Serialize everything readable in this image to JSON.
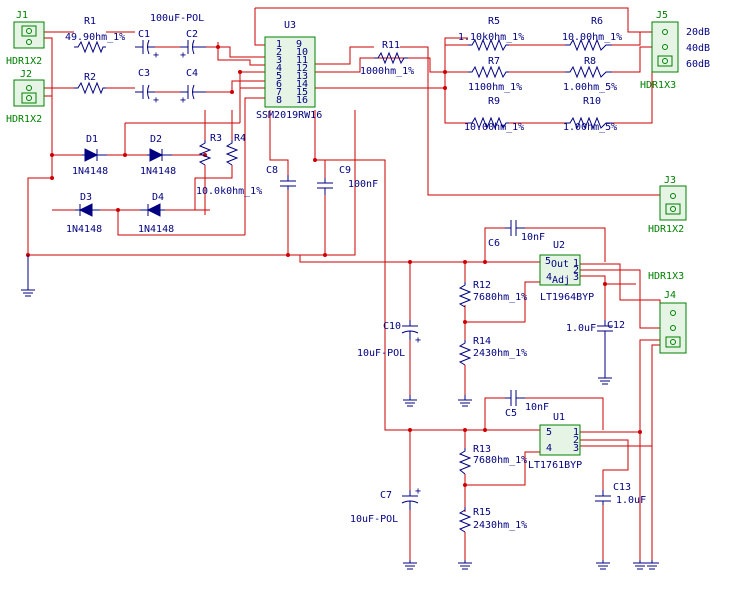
{
  "schematic": {
    "connectors": {
      "j1": {
        "ref": "J1",
        "type": "HDR1X2"
      },
      "j2": {
        "ref": "J2",
        "type": "HDR1X2"
      },
      "j3": {
        "ref": "J3",
        "type": "HDR1X2"
      },
      "j4": {
        "ref": "J4",
        "type": "HDR1X3"
      },
      "j5": {
        "ref": "J5",
        "type": "HDR1X3",
        "pin_labels": [
          "20dB",
          "40dB",
          "60dB"
        ]
      }
    },
    "resistors": {
      "r1": {
        "ref": "R1",
        "value": "49.90hm_1%"
      },
      "r2": {
        "ref": "R2",
        "value": ""
      },
      "r3": {
        "ref": "R3",
        "value": "10.0k0hm_1%"
      },
      "r4": {
        "ref": "R4",
        "value": ""
      },
      "r5": {
        "ref": "R5",
        "value": "1.10k0hm_1%"
      },
      "r6": {
        "ref": "R6",
        "value": "10.00hm_1%"
      },
      "r7": {
        "ref": "R7",
        "value": "1100hm_1%"
      },
      "r8": {
        "ref": "R8",
        "value": "1.00hm_5%"
      },
      "r9": {
        "ref": "R9",
        "value": "10.00hm_1%"
      },
      "r10": {
        "ref": "R10",
        "value": "1.00hm_5%"
      },
      "r11": {
        "ref": "R11",
        "value": "1000hm_1%"
      },
      "r12": {
        "ref": "R12",
        "value": "7680hm_1%"
      },
      "r13": {
        "ref": "R13",
        "value": "7680hm_1%"
      },
      "r14": {
        "ref": "R14",
        "value": "2430hm_1%"
      },
      "r15": {
        "ref": "R15",
        "value": "2430hm_1%"
      }
    },
    "capacitors": {
      "c1": {
        "ref": "C1",
        "value": ""
      },
      "c2": {
        "ref": "C2",
        "value": "100uF-POL"
      },
      "c3": {
        "ref": "C3",
        "value": ""
      },
      "c4": {
        "ref": "C4",
        "value": ""
      },
      "c5": {
        "ref": "C5",
        "value": "10nF"
      },
      "c6": {
        "ref": "C6",
        "value": "10nF"
      },
      "c7": {
        "ref": "C7",
        "value": "10uF-POL"
      },
      "c8": {
        "ref": "C8",
        "value": ""
      },
      "c9": {
        "ref": "C9",
        "value": "100nF"
      },
      "c10": {
        "ref": "C10",
        "value": "10uF-POL"
      },
      "c12": {
        "ref": "C12",
        "value": "1.0uF"
      },
      "c13": {
        "ref": "C13",
        "value": "1.0uF"
      }
    },
    "diodes": {
      "d1": {
        "ref": "D1",
        "value": "1N4148"
      },
      "d2": {
        "ref": "D2",
        "value": "1N4148"
      },
      "d3": {
        "ref": "D3",
        "value": "1N4148"
      },
      "d4": {
        "ref": "D4",
        "value": "1N4148"
      }
    },
    "ics": {
      "u1": {
        "ref": "U1",
        "part": "LT1761BYP",
        "pin_labels": [
          "5",
          "4",
          "1",
          "2",
          "3"
        ]
      },
      "u2": {
        "ref": "U2",
        "part": "LT1964BYP",
        "pin_labels": [
          "5",
          "Out",
          "Adj",
          "4",
          "1",
          "2",
          "3"
        ]
      },
      "u3": {
        "ref": "U3",
        "part": "SSM2019RW16",
        "pins_left": [
          "1",
          "2",
          "3",
          "4",
          "5",
          "6",
          "7",
          "8"
        ],
        "pins_right": [
          "9",
          "10",
          "11",
          "12",
          "13",
          "14",
          "15",
          "16"
        ]
      }
    },
    "colors": {
      "wire": "#cc0000",
      "component": "#000080",
      "connector": "#008000",
      "background": "#ffffff"
    }
  }
}
